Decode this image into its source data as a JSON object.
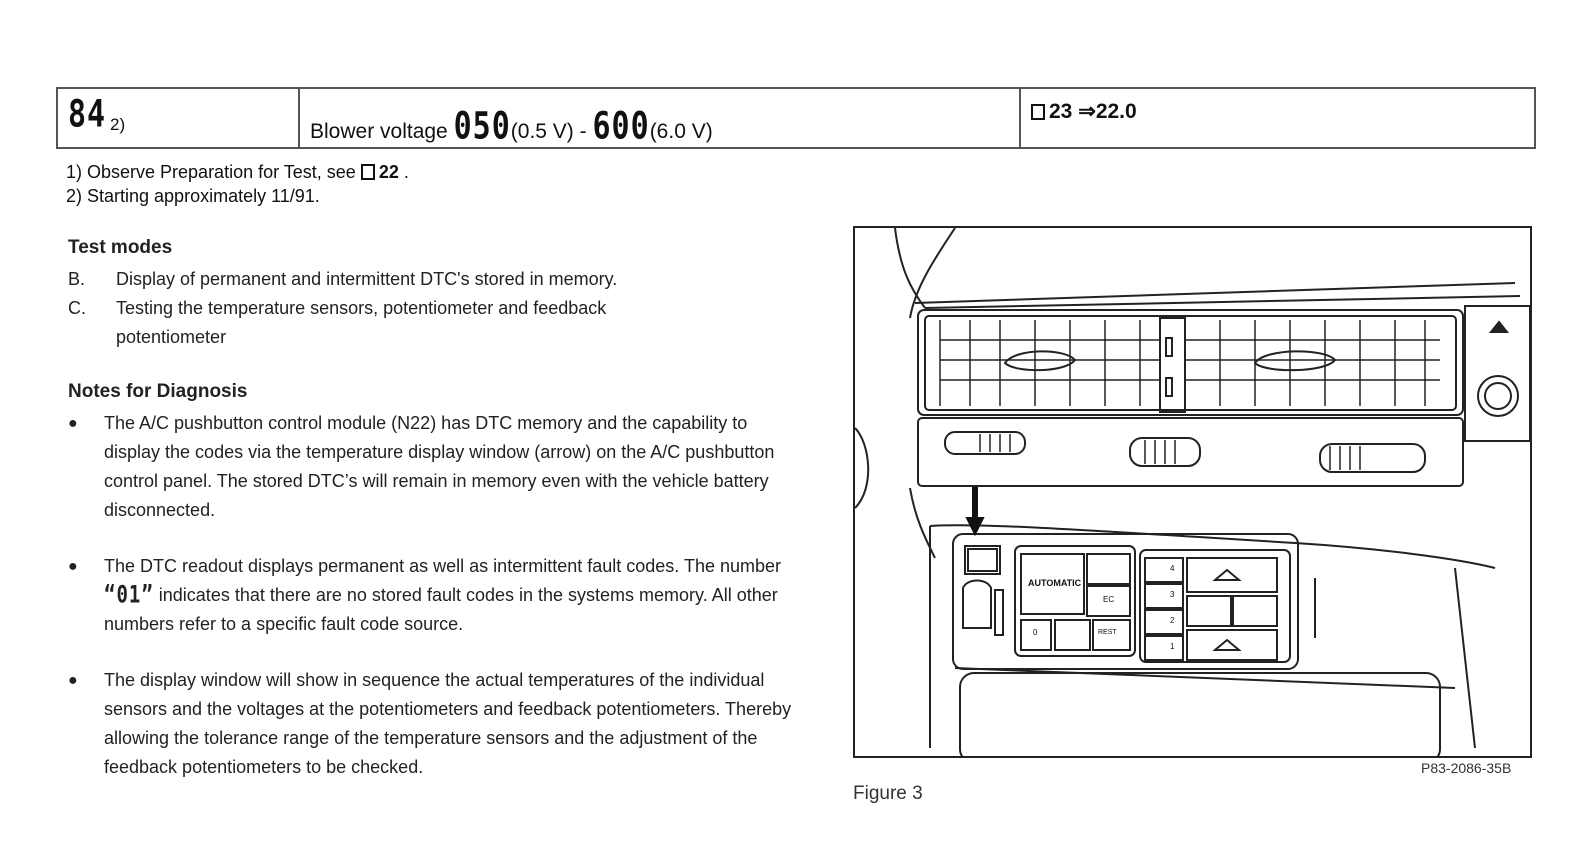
{
  "table": {
    "code": "84",
    "code_note": "2)",
    "desc_text": "Blower voltage",
    "low_display": "050",
    "low_volts": "(0.5 V)",
    "separator": "-",
    "high_display": "600",
    "high_volts": "(6.0 V)",
    "ref_page": "23",
    "ref_arrow": "⇒",
    "ref_section": "22.0"
  },
  "footnotes": {
    "note1_text": "1) Observe Preparation for Test, see",
    "note1_ref": "22",
    "note1_end": ".",
    "note2_text": "2) Starting approximately 11/91."
  },
  "test_modes": {
    "heading": "Test modes",
    "items": [
      {
        "label": "B.",
        "text": "Display of permanent and intermittent DTC's stored in memory."
      },
      {
        "label": "C.",
        "text": "Testing the temperature sensors, potentiometer and feedback potentiometer"
      }
    ]
  },
  "notes": {
    "heading": "Notes for Diagnosis",
    "bullet_symbol": "●",
    "b1": "The A/C pushbutton control module (N22) has DTC memory and the capability to display the codes via the temperature display window (arrow) on the A/C pushbutton control panel. The stored DTC’s will remain in memory even with the vehicle battery disconnected.",
    "b2_pre": "The DTC readout displays permanent as well as intermittent fault codes. The number",
    "b2_code": "“01”",
    "b2_post": "indicates that there are no stored fault codes in the systems memory. All other numbers refer to a specific fault code source.",
    "b3": "The display window will show in sequence the actual temperatures of the individual sensors and the voltages at the potentiometers and feedback potentiometers. Thereby allowing the tolerance range of the temperature sensors and the adjustment of the feedback potentiometers to be checked."
  },
  "figure": {
    "panel_label": "AUTOMATIC",
    "button_labels": [
      "EC",
      "REST",
      "0",
      "4",
      "3",
      "2",
      "1"
    ],
    "id": "P83-2086-35B",
    "caption": "Figure 3"
  }
}
